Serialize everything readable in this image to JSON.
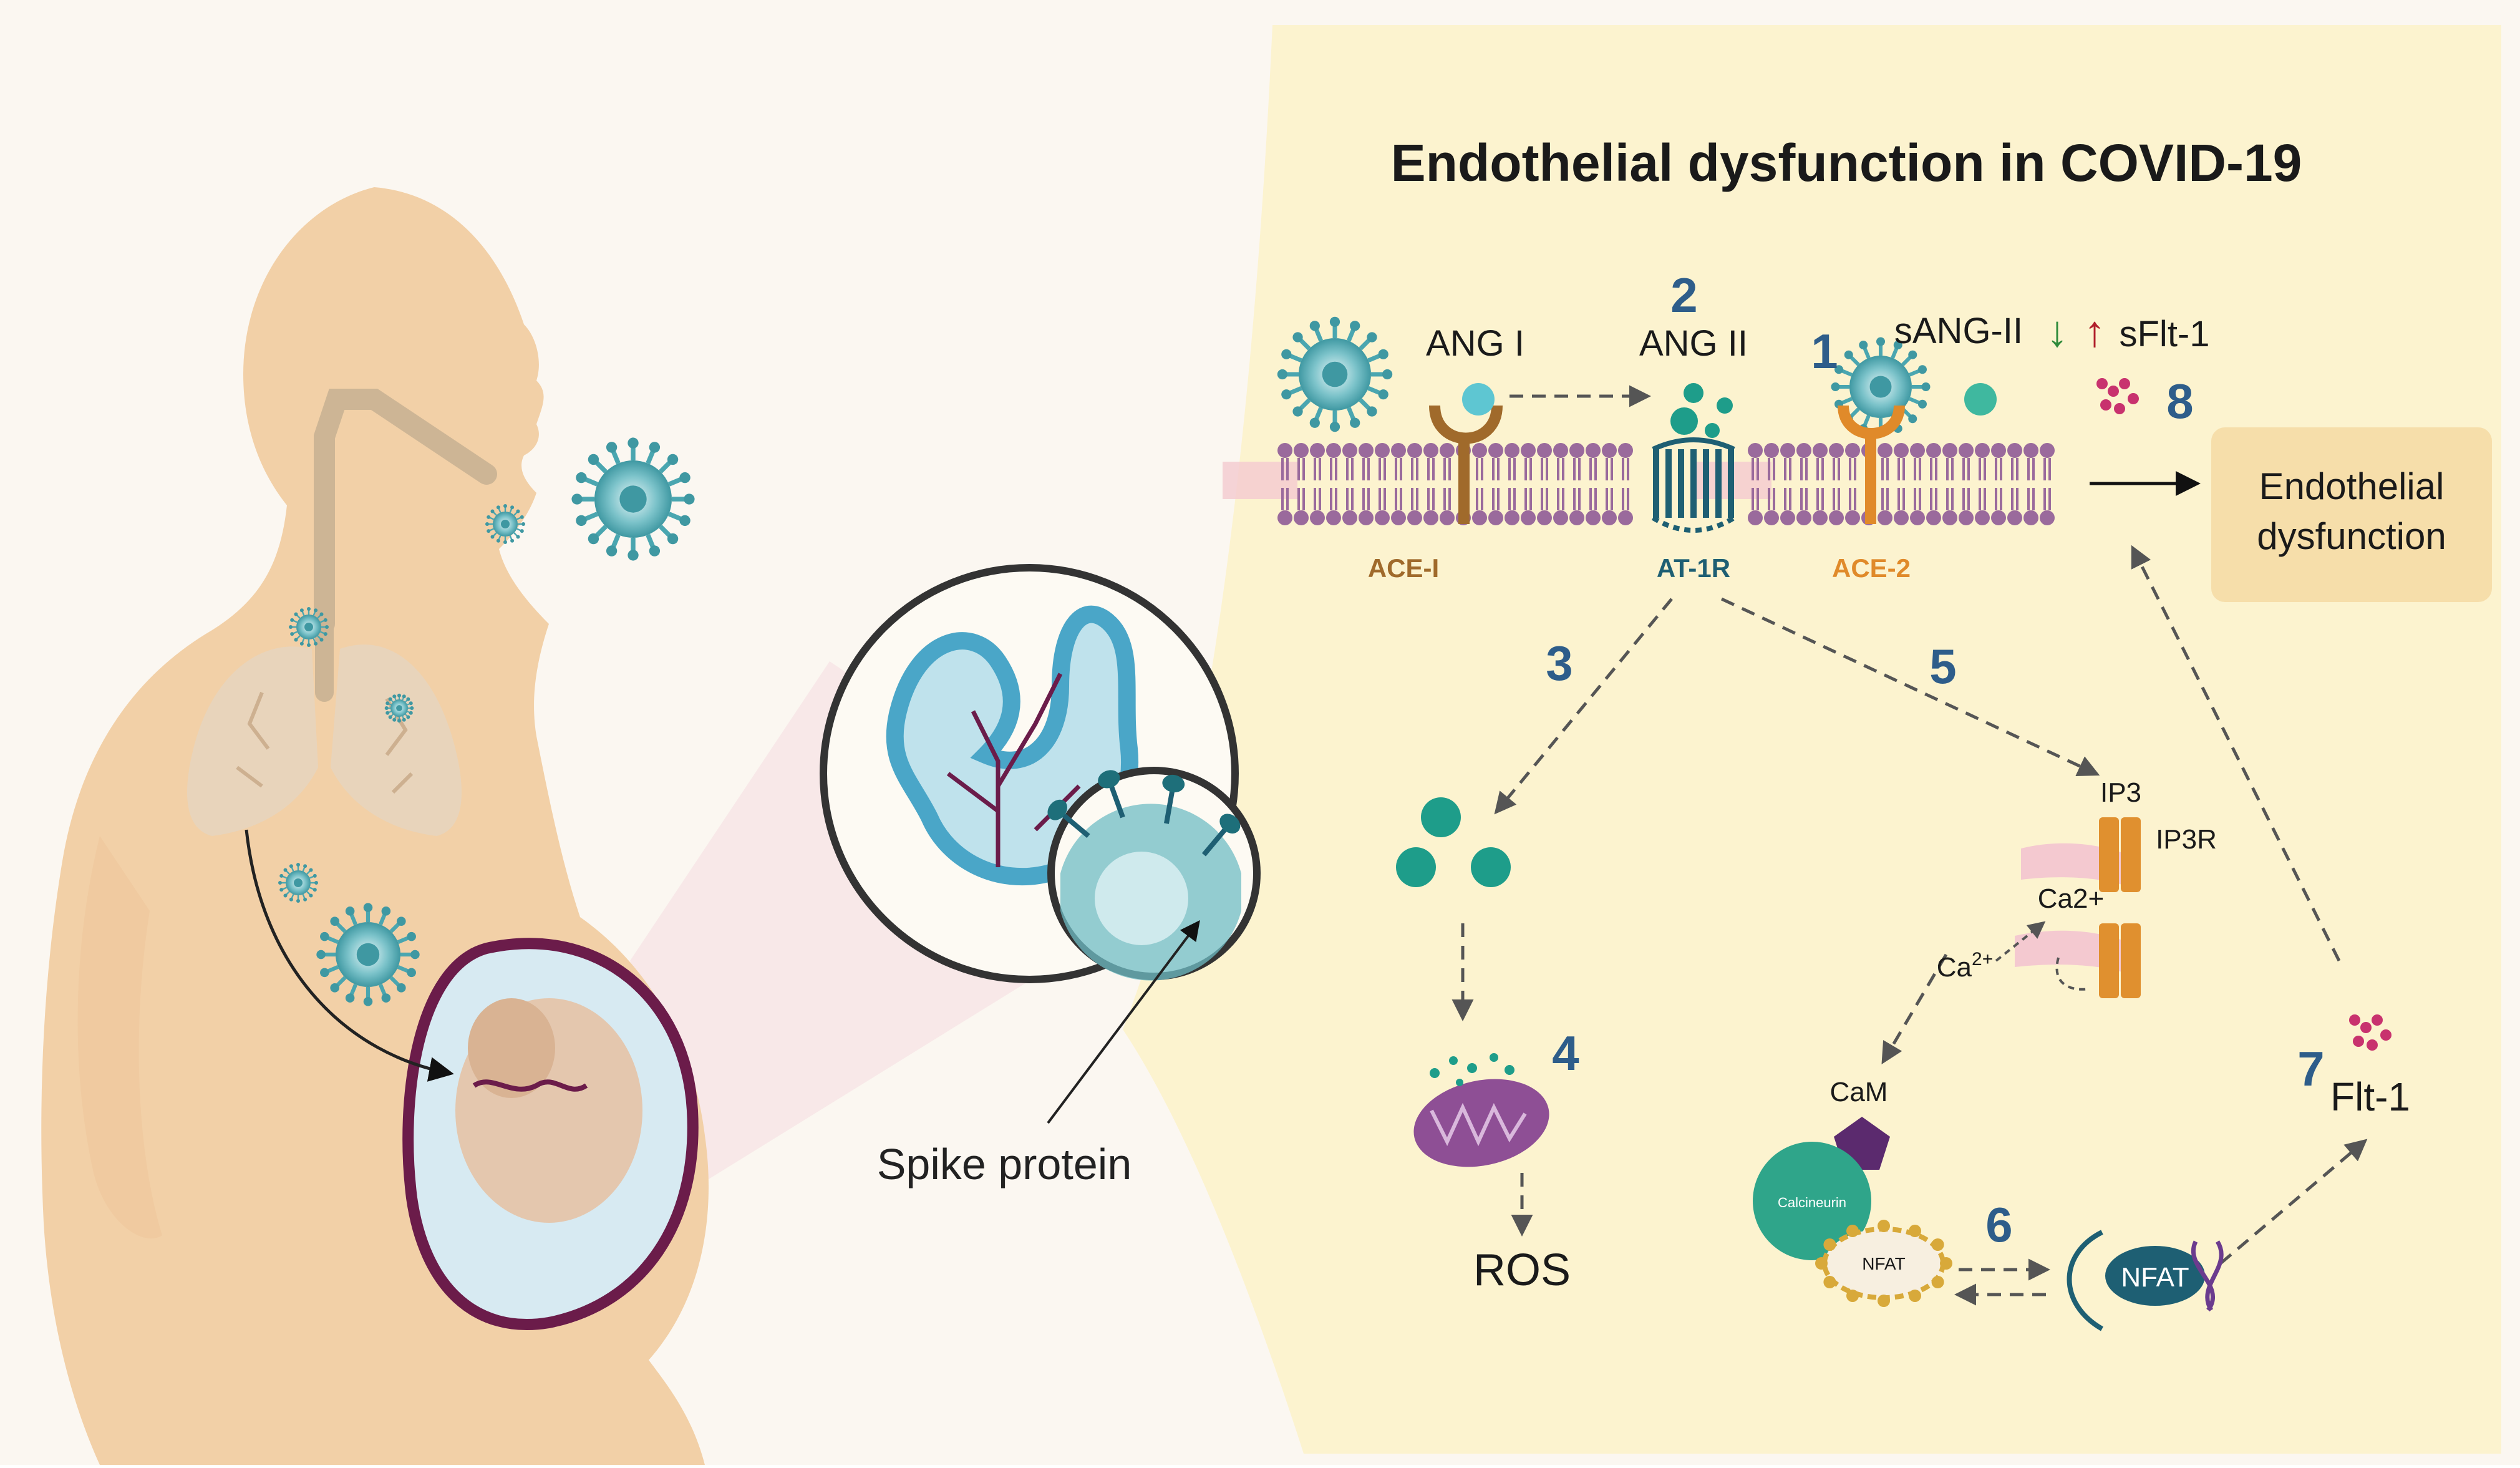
{
  "title": "Endothelial dysfunction in COVID-19",
  "labels": {
    "ang1": "ANG I",
    "ang2": "ANG II",
    "sang2": "sANG-II",
    "sflt1": "sFlt-1",
    "ace1": "ACE-I",
    "at1r": "AT-1R",
    "ace2": "ACE-2",
    "endothelial_dysfunction_line1": "Endothelial",
    "endothelial_dysfunction_line2": "dysfunction",
    "ip3": "IP3",
    "ip3r": "IP3R",
    "ca2plus": "Ca2+",
    "ca_base": "Ca",
    "ca_sup": "2+",
    "cam": "CaM",
    "calcineurin": "Calcineurin",
    "nfat_small": "NFAT",
    "nfat": "NFAT",
    "flt1": "Flt-1",
    "ros": "ROS",
    "spike_protein": "Spike protein"
  },
  "steps": {
    "s1": "1",
    "s2": "2",
    "s3": "3",
    "s4": "4",
    "s5": "5",
    "s6": "6",
    "s7": "7",
    "s8": "8"
  },
  "arrows": {
    "down": "↓",
    "up": "↑"
  },
  "colors": {
    "panel_bg": "#fcf3cf",
    "silhouette": "#f2d0a7",
    "virus": "#4aa6b0",
    "teal_dot": "#1e9d8a",
    "membrane": "#9a6a9c",
    "ace1": "#a06a2b",
    "ace2": "#e08a2a",
    "step_number": "#2e5d8a",
    "box": "#f6deaa",
    "sflt": "#c8326e",
    "placenta": "#4aa6c8",
    "uterus_wall": "#6b1c4a",
    "mito": "#8e4f95",
    "calcineurin": "#2fa58a",
    "cam": "#5b2a6e",
    "nfat": "#1e5f73",
    "ip3r": "#e0902f"
  }
}
